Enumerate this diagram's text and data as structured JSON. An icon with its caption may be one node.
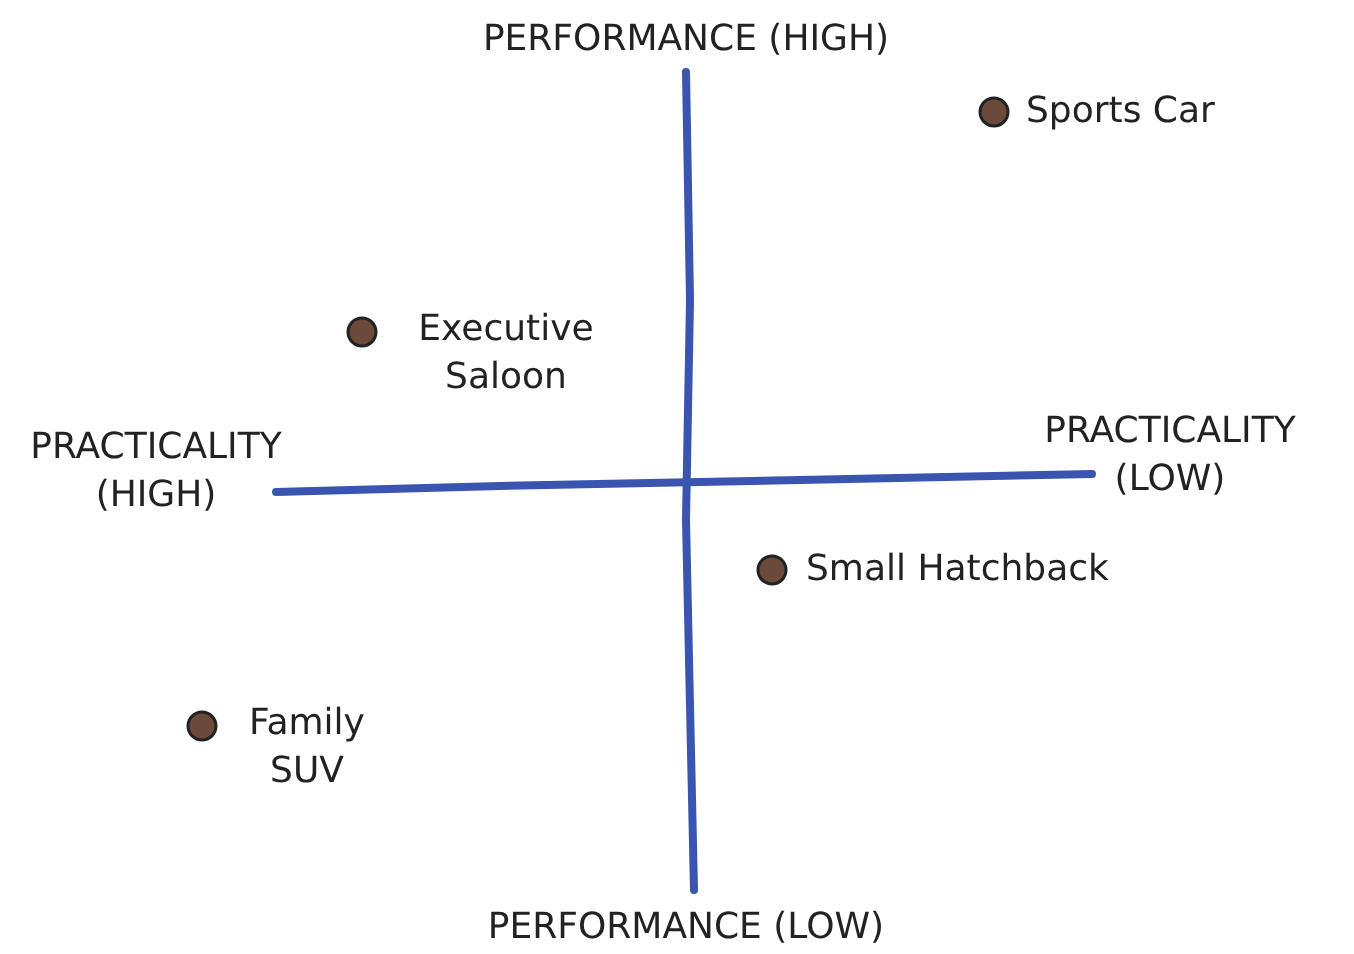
{
  "diagram": {
    "labels": [
      "PERFORMANCE (HIGH)",
      "Sports Car",
      "Executive Saloon",
      "PRACTICALITY (HIGH)",
      "PRACTICALITY (LOW)",
      "Small Hatchback",
      "Family SUV",
      "PERFORMANCE (LOW)"
    ]
  }
}
